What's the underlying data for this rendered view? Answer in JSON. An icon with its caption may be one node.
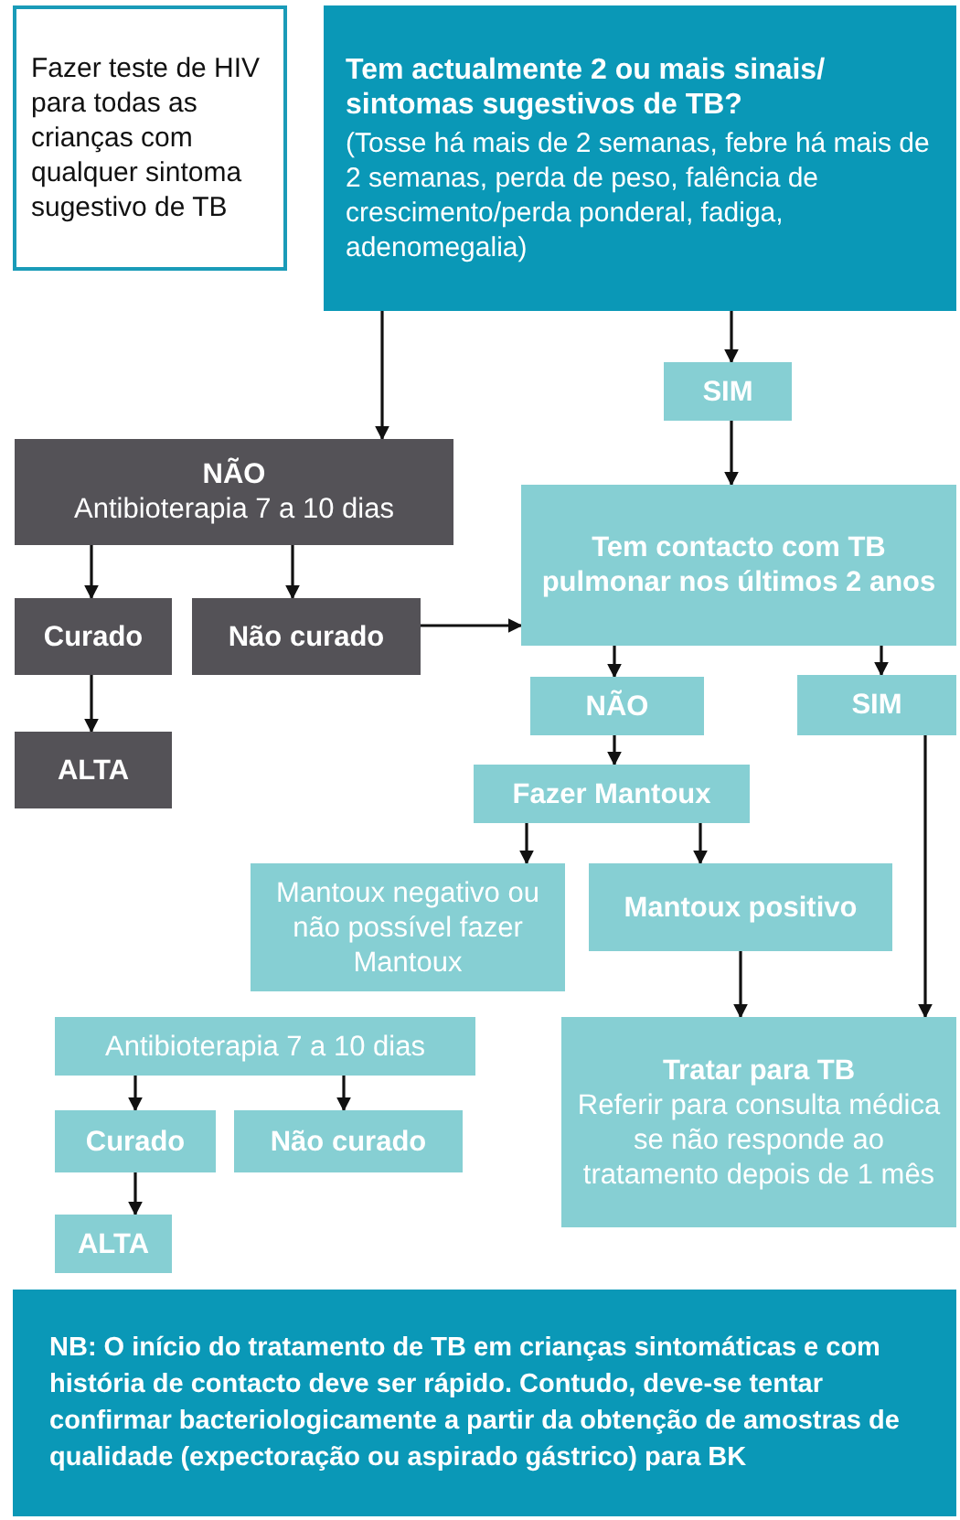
{
  "diagram": {
    "nodes": [
      {
        "text": [
          "Fazer teste de HIV para todas as crianças com qualquer sintoma sugestivo de TB"
        ]
      },
      {
        "text": [
          "Tem actualmente 2 ou mais sinais/ sintomas sugestivos de TB?",
          "(Tosse há mais de 2 semanas, febre há mais de 2 semanas, perda de peso, falência de crescimento/perda ponderal, fadiga, adenomegalia)"
        ]
      },
      {
        "text": [
          "SIM"
        ]
      },
      {
        "text": [
          "NÃO",
          "Antibioterapia 7 a 10 dias"
        ]
      },
      {
        "text": [
          "Curado"
        ]
      },
      {
        "text": [
          "Não curado"
        ]
      },
      {
        "text": [
          "ALTA"
        ]
      },
      {
        "text": [
          "Tem contacto com TB pulmonar nos últimos 2 anos"
        ]
      },
      {
        "text": [
          "NÃO"
        ]
      },
      {
        "text": [
          "SIM"
        ]
      },
      {
        "text": [
          "Fazer Mantoux"
        ]
      },
      {
        "text": [
          "Mantoux negativo ou não possível fazer Mantoux"
        ]
      },
      {
        "text": [
          "Mantoux positivo"
        ]
      },
      {
        "text": [
          "Antibioterapia 7 a 10 dias"
        ]
      },
      {
        "text": [
          "Curado"
        ]
      },
      {
        "text": [
          "Não curado"
        ]
      },
      {
        "text": [
          "ALTA"
        ]
      },
      {
        "text": [
          "Tratar para TB",
          "Referir para consulta médica se não responde ao tratamento depois de 1 mês"
        ]
      },
      {
        "text": [
          "NB: O início do tratamento de TB em crianças sintomáticas e com história de contacto deve ser rápido. Contudo, deve-se tentar confirmar bacteriologicamente a partir da obtenção de amostras de qualidade (expectoração ou aspirado gástrico) para BK"
        ]
      }
    ],
    "edges": [
      {
        "from": 1,
        "to": 2,
        "arrow": "to"
      },
      {
        "from": 1,
        "to": 3,
        "arrow": "to"
      },
      {
        "from": 2,
        "to": 7,
        "arrow": "to"
      },
      {
        "from": 3,
        "to": 4,
        "arrow": "to"
      },
      {
        "from": 3,
        "to": 5,
        "arrow": "to"
      },
      {
        "from": 4,
        "to": 6,
        "arrow": "to"
      },
      {
        "from": 5,
        "to": 7,
        "arrow": "to"
      },
      {
        "from": 7,
        "to": 8,
        "arrow": "to"
      },
      {
        "from": 7,
        "to": 9,
        "arrow": "to"
      },
      {
        "from": 8,
        "to": 10,
        "arrow": "to"
      },
      {
        "from": 10,
        "to": 11,
        "arrow": "to"
      },
      {
        "from": 10,
        "to": 12,
        "arrow": "to"
      },
      {
        "from": 9,
        "to": 17,
        "arrow": "to"
      },
      {
        "from": 12,
        "to": 17,
        "arrow": "to"
      },
      {
        "from": 13,
        "to": 14,
        "arrow": "to"
      },
      {
        "from": 13,
        "to": 15,
        "arrow": "to"
      },
      {
        "from": 14,
        "to": 16,
        "arrow": "to"
      }
    ]
  }
}
